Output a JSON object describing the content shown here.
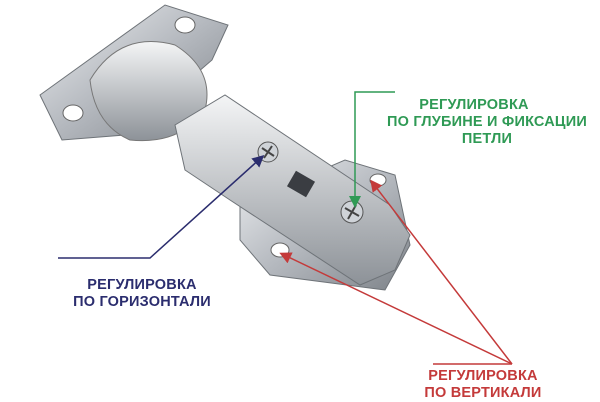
{
  "colors": {
    "depth": "#2f9a55",
    "horizontal": "#2b2d6e",
    "vertical": "#c43a3a",
    "metal": "#b8bcc2"
  },
  "labels": {
    "depth": {
      "line1": "РЕГУЛИРОВКА",
      "line2": "ПО ГЛУБИНЕ И ФИКСАЦИИ",
      "line3": "ПЕТЛИ"
    },
    "horizontal": {
      "line1": "РЕГУЛИРОВКА",
      "line2": "ПО ГОРИЗОНТАЛИ"
    },
    "vertical": {
      "line1": "РЕГУЛИРОВКА",
      "line2": "ПО ВЕРТИКАЛИ"
    }
  }
}
